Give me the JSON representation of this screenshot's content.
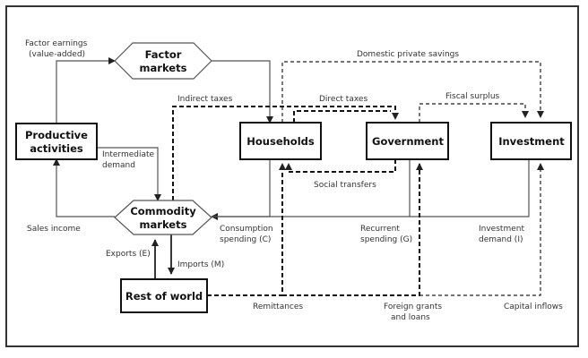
{
  "nodes": {
    "factor_markets": [
      "Factor",
      "markets"
    ],
    "productive_activities": [
      "Productive",
      "activities"
    ],
    "commodity_markets": [
      "Commodity",
      "markets"
    ],
    "households": "Households",
    "government": "Government",
    "investment": "Investment",
    "rest_of_world": "Rest of world"
  },
  "edges": {
    "factor_earnings": [
      "Factor earnings",
      "(value-added)"
    ],
    "domestic_private_savings": "Domestic private savings",
    "indirect_taxes": "Indirect taxes",
    "direct_taxes": "Direct taxes",
    "fiscal_surplus": "Fiscal surplus",
    "intermediate_demand": [
      "Intermediate",
      "demand"
    ],
    "social_transfers": "Social transfers",
    "sales_income": "Sales income",
    "consumption_spending": [
      "Consumption",
      "spending (C)"
    ],
    "recurrent_spending": [
      "Recurrent",
      "spending (G)"
    ],
    "investment_demand": [
      "Investment",
      "demand (I)"
    ],
    "exports": "Exports (E)",
    "imports": "Imports (M)",
    "remittances": "Remittances",
    "foreign_grants": [
      "Foreign grants",
      "and loans"
    ],
    "capital_inflows": "Capital inflows"
  }
}
